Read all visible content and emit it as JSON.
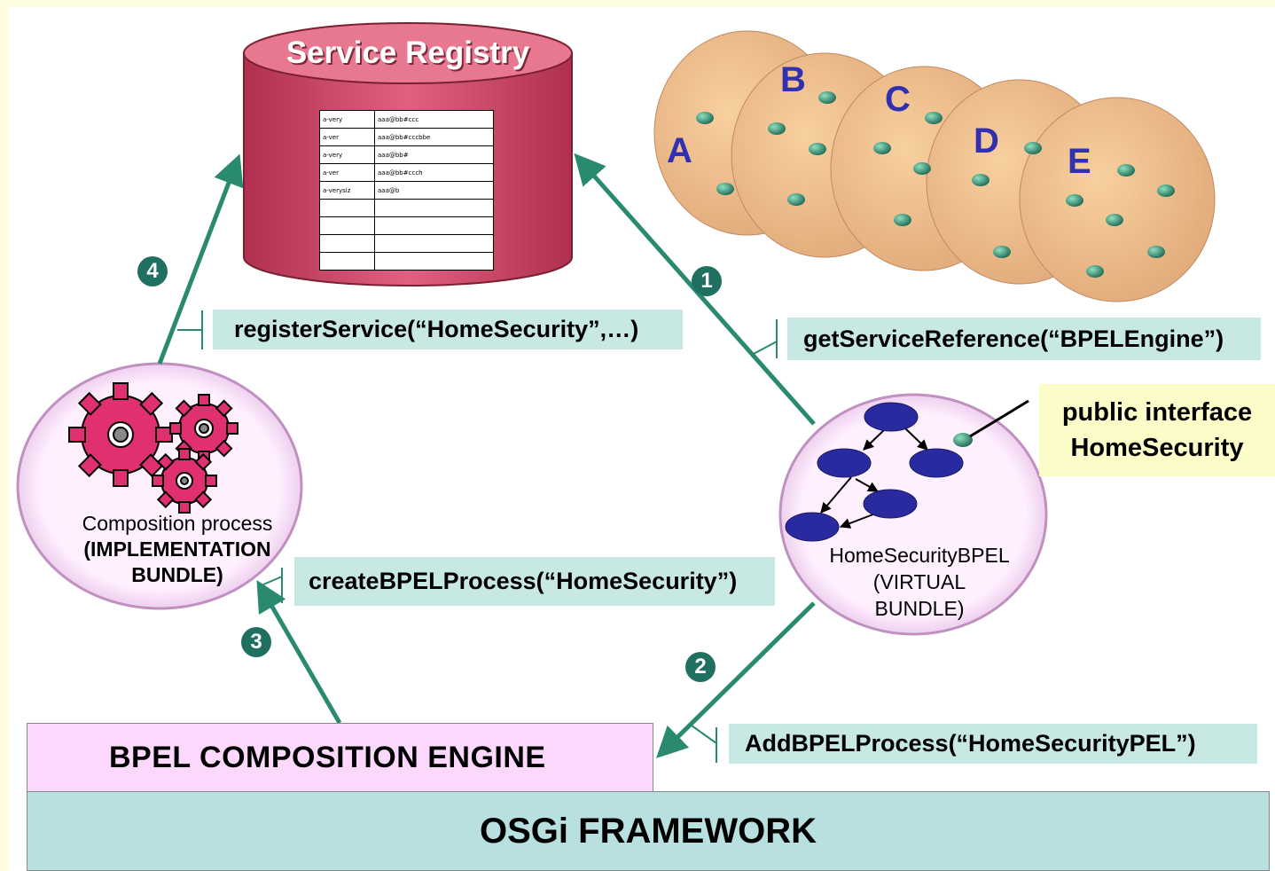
{
  "registry": {
    "title": "Service Registry",
    "rows": [
      [
        "a-very",
        "aaa@bb#ccc"
      ],
      [
        "a-ver",
        "aaa@bb#cccbbe"
      ],
      [
        "a-very",
        "aaa@bb#"
      ],
      [
        "a-ver",
        "aaa@bb#ccch"
      ],
      [
        "a-verysiz",
        "aaa@b"
      ],
      [
        "",
        ""
      ],
      [
        "",
        ""
      ],
      [
        "",
        ""
      ],
      [
        "",
        ""
      ]
    ]
  },
  "bundle_groups": [
    "A",
    "B",
    "C",
    "D",
    "E"
  ],
  "calls": {
    "register": "registerService(“HomeSecurity”,…)",
    "get_reference": "getServiceReference(“BPELEngine”)",
    "create_process": "createBPELProcess(“HomeSecurity”)",
    "add_process": "AddBPELProcess(“HomeSecurityPEL”)"
  },
  "steps": [
    "1",
    "2",
    "3",
    "4"
  ],
  "composition": {
    "line1": "Composition process",
    "line2": "(IMPLEMENTATION",
    "line3": "BUNDLE)"
  },
  "bpel_bundle": {
    "line1": "HomeSecurityBPEL",
    "line2": "(VIRTUAL",
    "line3": "BUNDLE)"
  },
  "interface": {
    "line1": "public interface",
    "line2": "HomeSecurity"
  },
  "engine": "BPEL COMPOSITION ENGINE",
  "framework": "OSGi FRAMEWORK",
  "colors": {
    "arrow": "#2a8a70",
    "registry": "#d85070",
    "bundle_disc": "#f0c090",
    "label_bg": "#c8e8e4",
    "engine_bg": "#fcd8fc",
    "framework_bg": "#b8e0e0",
    "interface_bg": "#fcfcc8"
  }
}
